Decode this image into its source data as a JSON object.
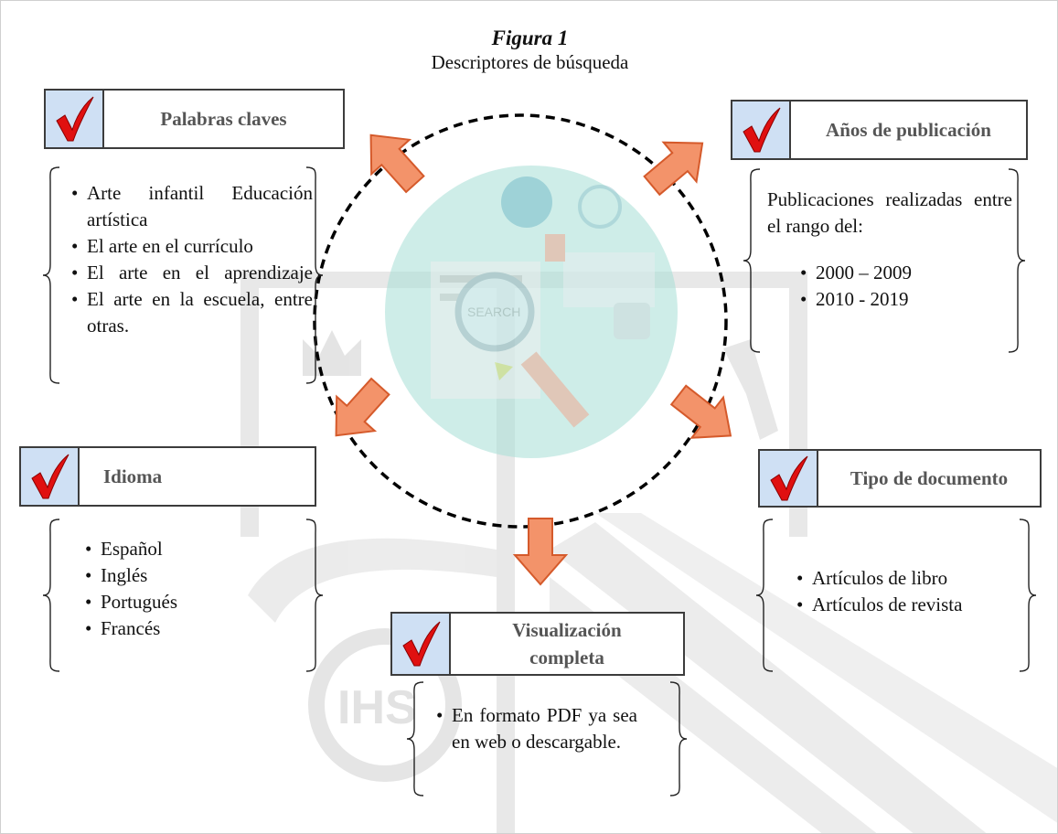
{
  "figure": {
    "label": "Figura 1",
    "title": "Descriptores de búsqueda"
  },
  "theme": {
    "arrow_fill": "#f3936a",
    "arrow_stroke": "#d55a2b",
    "check_bg": "#cfe0f4",
    "check_mark": "#e01010",
    "box_border": "#3c3c3c"
  },
  "boxes": {
    "palabras": {
      "title": "Palabras claves",
      "items": [
        "Arte infantil Educación artística",
        "El arte en el currículo",
        "El arte en el aprendizaje",
        "El arte en la escuela, entre otras."
      ]
    },
    "anios": {
      "title": "Años de publicación",
      "intro": "Publicaciones realizadas entre el rango del:",
      "items": [
        "2000 – 2009",
        "2010 - 2019"
      ]
    },
    "idioma": {
      "title": "Idioma",
      "items": [
        "Español",
        "Inglés",
        "Portugués",
        "Francés"
      ]
    },
    "tipo": {
      "title": "Tipo de documento",
      "items": [
        "Artículos de libro",
        "Artículos de revista"
      ]
    },
    "visual": {
      "title": "Visualización completa",
      "items": [
        "En formato PDF ya sea en web o descargable."
      ]
    }
  },
  "icons": [
    "check-icon",
    "magnifier-icon",
    "globe-icon",
    "clock-icon",
    "crown-icon"
  ],
  "watermark": {
    "text": "IHS",
    "search_text": "SEARCH"
  }
}
